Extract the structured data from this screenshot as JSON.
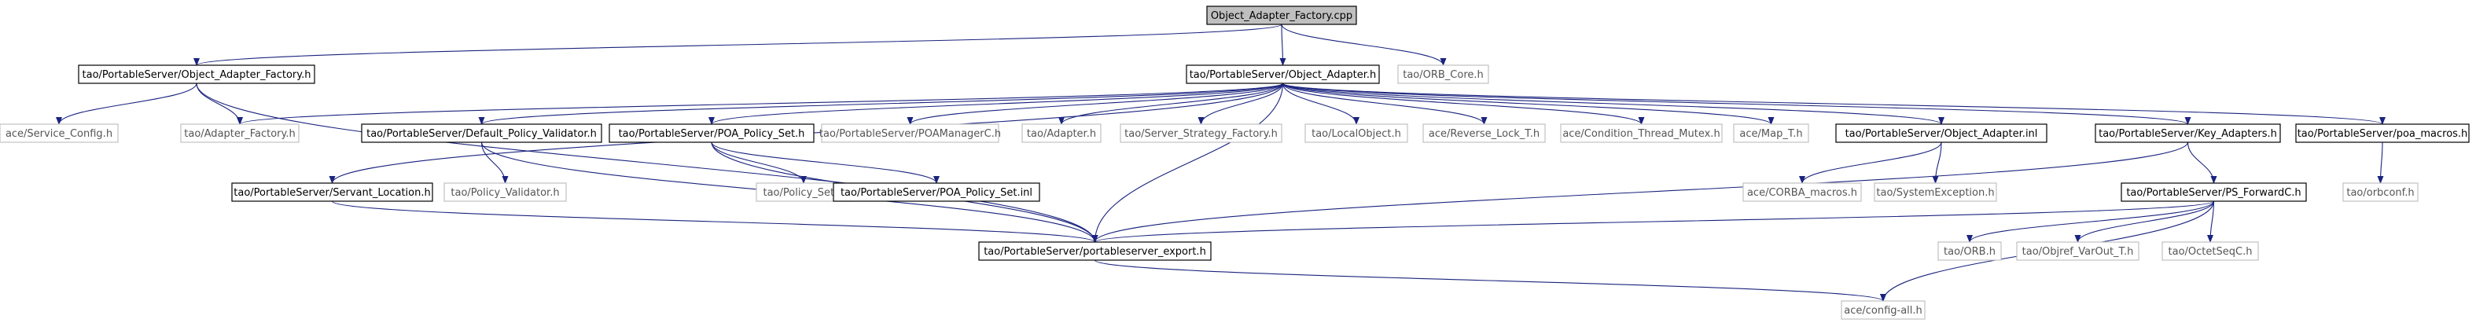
{
  "colors": {
    "edge": "#1a237e",
    "border_solid": "#000000",
    "border_external": "#c0c0c0",
    "text_solid": "#000000",
    "text_external": "#555555",
    "root_fill": "#bfbfbf",
    "node_fill": "#ffffff"
  },
  "nodes": [
    {
      "id": "n0",
      "label": "Object_Adapter_Factory.cpp",
      "kind": "root"
    },
    {
      "id": "n1",
      "label": "tao/PortableServer/Object_Adapter_Factory.h",
      "kind": "solid"
    },
    {
      "id": "n2",
      "label": "tao/PortableServer/Object_Adapter.h",
      "kind": "solid"
    },
    {
      "id": "n3",
      "label": "tao/ORB_Core.h",
      "kind": "external"
    },
    {
      "id": "n4",
      "label": "ace/Service_Config.h",
      "kind": "external"
    },
    {
      "id": "n5",
      "label": "tao/Adapter_Factory.h",
      "kind": "external"
    },
    {
      "id": "n6",
      "label": "tao/PortableServer/Default_Policy_Validator.h",
      "kind": "solid"
    },
    {
      "id": "n7",
      "label": "tao/PortableServer/POA_Policy_Set.h",
      "kind": "solid"
    },
    {
      "id": "n8",
      "label": "tao/PortableServer/POAManagerC.h",
      "kind": "external"
    },
    {
      "id": "n9",
      "label": "tao/Adapter.h",
      "kind": "external"
    },
    {
      "id": "n10",
      "label": "tao/Server_Strategy_Factory.h",
      "kind": "external"
    },
    {
      "id": "n11",
      "label": "tao/LocalObject.h",
      "kind": "external"
    },
    {
      "id": "n12",
      "label": "ace/Reverse_Lock_T.h",
      "kind": "external"
    },
    {
      "id": "n13",
      "label": "ace/Condition_Thread_Mutex.h",
      "kind": "external"
    },
    {
      "id": "n14",
      "label": "ace/Map_T.h",
      "kind": "external"
    },
    {
      "id": "n15",
      "label": "tao/PortableServer/Object_Adapter.inl",
      "kind": "solid"
    },
    {
      "id": "n16",
      "label": "tao/PortableServer/Key_Adapters.h",
      "kind": "solid"
    },
    {
      "id": "n17",
      "label": "tao/PortableServer/poa_macros.h",
      "kind": "solid"
    },
    {
      "id": "n18",
      "label": "tao/PortableServer/Servant_Location.h",
      "kind": "solid"
    },
    {
      "id": "n19",
      "label": "tao/Policy_Validator.h",
      "kind": "external"
    },
    {
      "id": "n20",
      "label": "tao/Policy_Set.h",
      "kind": "external"
    },
    {
      "id": "n21",
      "label": "tao/PortableServer/POA_Policy_Set.inl",
      "kind": "solid"
    },
    {
      "id": "n22",
      "label": "ace/CORBA_macros.h",
      "kind": "external"
    },
    {
      "id": "n23",
      "label": "tao/SystemException.h",
      "kind": "external"
    },
    {
      "id": "n24",
      "label": "tao/PortableServer/PS_ForwardC.h",
      "kind": "solid"
    },
    {
      "id": "n25",
      "label": "tao/orbconf.h",
      "kind": "external"
    },
    {
      "id": "n26",
      "label": "tao/PortableServer/portableserver_export.h",
      "kind": "solid"
    },
    {
      "id": "n27",
      "label": "tao/ORB.h",
      "kind": "external"
    },
    {
      "id": "n28",
      "label": "tao/Objref_VarOut_T.h",
      "kind": "external"
    },
    {
      "id": "n29",
      "label": "tao/OctetSeqC.h",
      "kind": "external"
    },
    {
      "id": "n30",
      "label": "ace/config-all.h",
      "kind": "external"
    }
  ],
  "edges": [
    [
      "n0",
      "n1"
    ],
    [
      "n0",
      "n2"
    ],
    [
      "n0",
      "n3"
    ],
    [
      "n1",
      "n4"
    ],
    [
      "n1",
      "n5"
    ],
    [
      "n1",
      "n26"
    ],
    [
      "n2",
      "n5"
    ],
    [
      "n2",
      "n6"
    ],
    [
      "n2",
      "n7"
    ],
    [
      "n2",
      "n8"
    ],
    [
      "n2",
      "n9"
    ],
    [
      "n2",
      "n10"
    ],
    [
      "n2",
      "n11"
    ],
    [
      "n2",
      "n12"
    ],
    [
      "n2",
      "n13"
    ],
    [
      "n2",
      "n14"
    ],
    [
      "n2",
      "n15"
    ],
    [
      "n2",
      "n16"
    ],
    [
      "n2",
      "n17"
    ],
    [
      "n2",
      "n18"
    ],
    [
      "n2",
      "n26"
    ],
    [
      "n6",
      "n19"
    ],
    [
      "n6",
      "n26"
    ],
    [
      "n7",
      "n20"
    ],
    [
      "n7",
      "n21"
    ],
    [
      "n7",
      "n26"
    ],
    [
      "n15",
      "n22"
    ],
    [
      "n15",
      "n23"
    ],
    [
      "n16",
      "n24"
    ],
    [
      "n16",
      "n26"
    ],
    [
      "n17",
      "n25"
    ],
    [
      "n18",
      "n26"
    ],
    [
      "n24",
      "n26"
    ],
    [
      "n24",
      "n27"
    ],
    [
      "n24",
      "n28"
    ],
    [
      "n24",
      "n29"
    ],
    [
      "n24",
      "n30"
    ],
    [
      "n26",
      "n30"
    ]
  ]
}
